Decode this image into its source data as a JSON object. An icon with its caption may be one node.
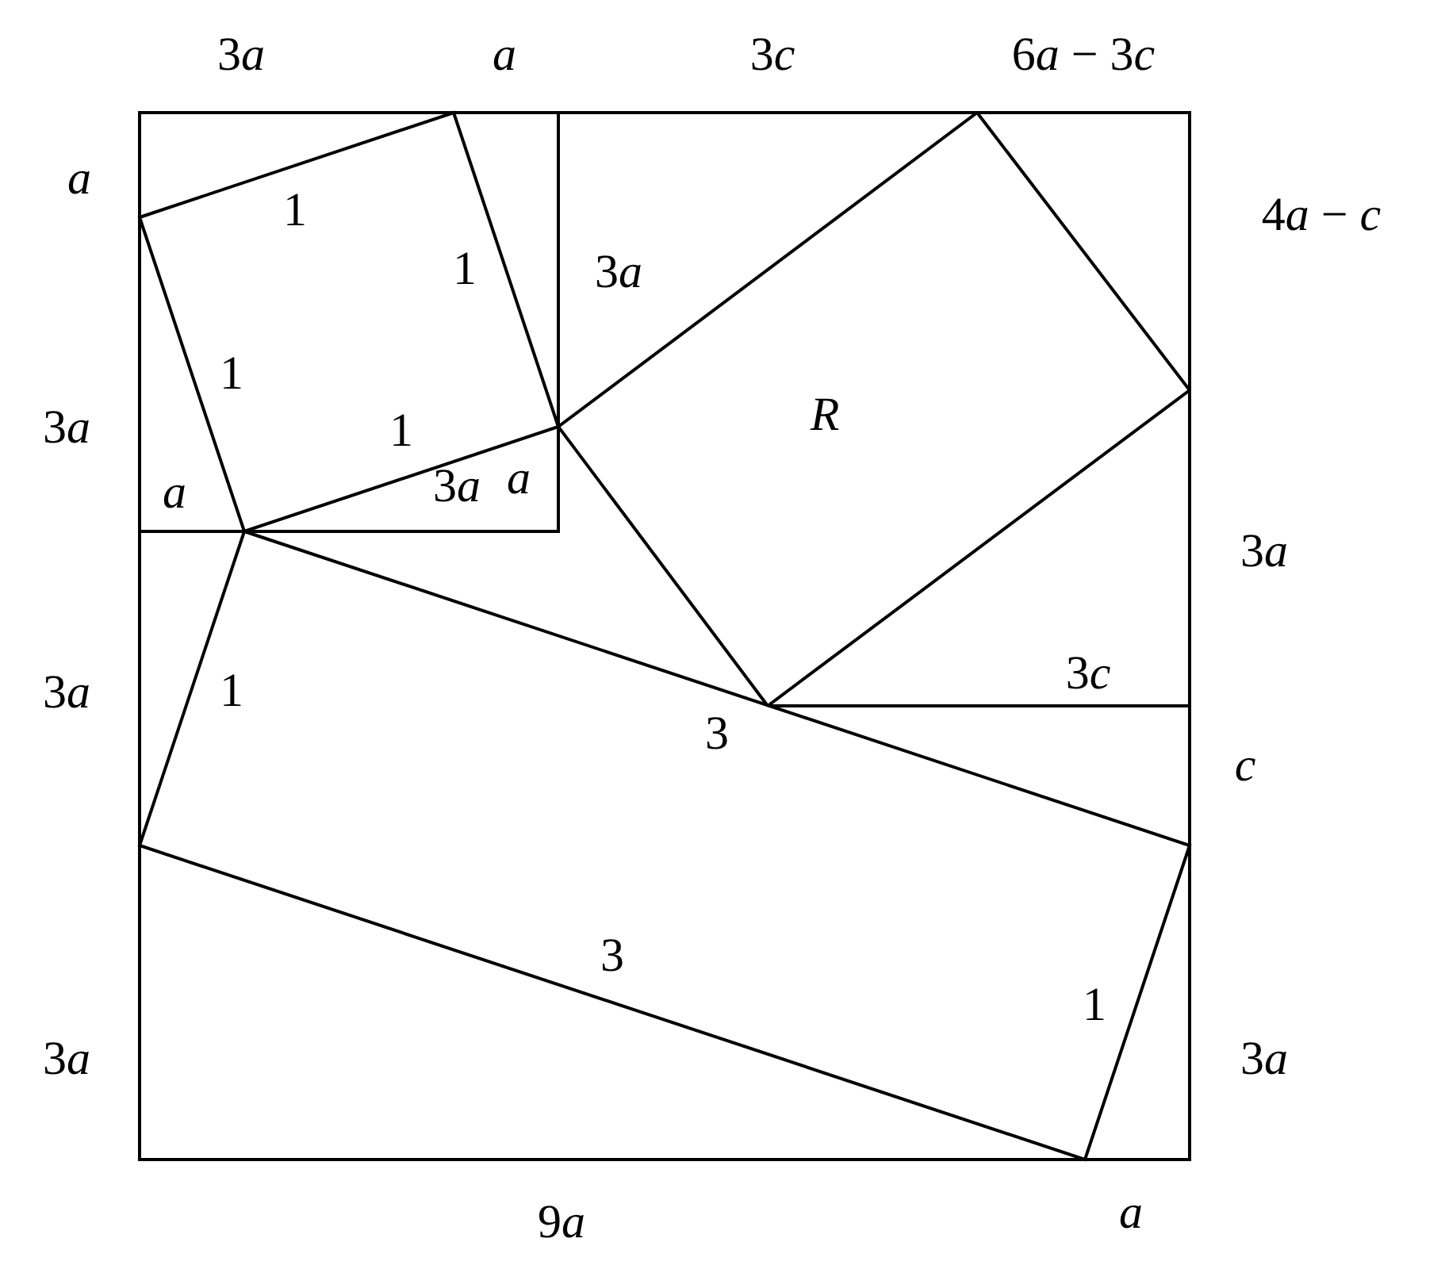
{
  "diagram": {
    "nodes": [
      {
        "text": [
          "R"
        ]
      }
    ],
    "labels": [
      "3a",
      "a",
      "3c",
      "6a − 3c",
      "a",
      "1",
      "4a − c",
      "1",
      "3a",
      "1",
      "3a",
      "1",
      "3a",
      "a",
      "a",
      "3a",
      "3a",
      "1",
      "3c",
      "3",
      "c",
      "3",
      "1",
      "3a",
      "3a",
      "9a",
      "a"
    ]
  }
}
